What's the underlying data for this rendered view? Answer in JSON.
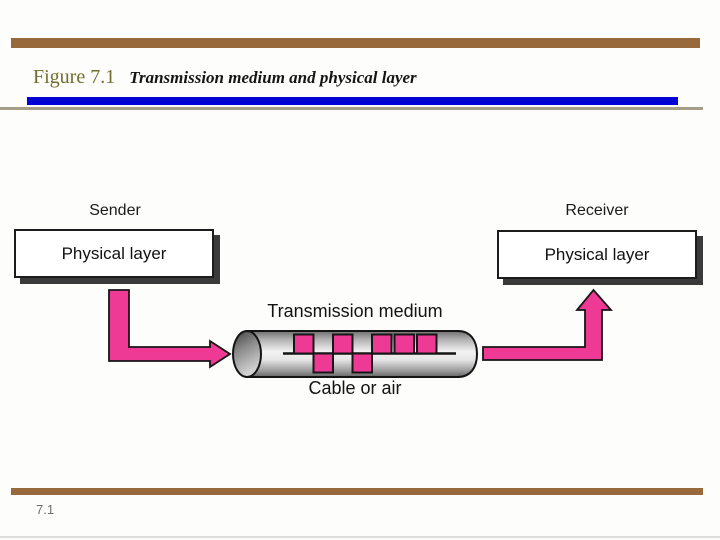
{
  "slide": {
    "title": {
      "figure_label": "Figure 7.1",
      "subtitle": "Transmission medium and physical layer"
    },
    "footer": {
      "page_number": "7.1"
    }
  },
  "diagram": {
    "sender": {
      "label": "Sender",
      "box_label": "Physical layer"
    },
    "receiver": {
      "label": "Receiver",
      "box_label": "Physical layer"
    },
    "medium": {
      "label": "Transmission medium",
      "sublabel": "Cable or air"
    },
    "signal": {
      "type": "digital-pulse-train",
      "pattern": [
        "up",
        "down",
        "up",
        "down",
        "up",
        "up",
        "up"
      ],
      "gap_before": [
        false,
        false,
        false,
        false,
        false,
        true,
        true
      ]
    }
  },
  "colors": {
    "accent_brown": "#97693b",
    "accent_blue": "#0101d4",
    "accent_olive": "#6e6e2e",
    "accent_pink": "#ee3a94",
    "tan_line": "#a69e88",
    "shadow_gray": "#3a3a3a",
    "page_num_gray": "#6f6f6f"
  }
}
